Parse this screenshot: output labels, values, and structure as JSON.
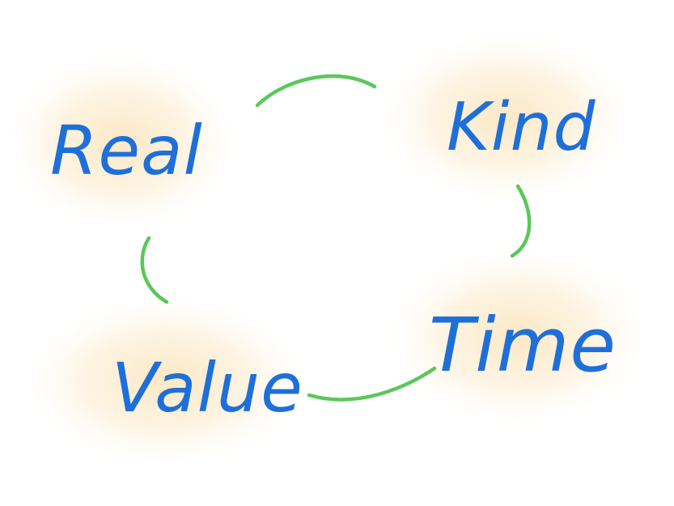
{
  "nodes": [
    {
      "id": "real",
      "label": "Real"
    },
    {
      "id": "kind",
      "label": "Kind"
    },
    {
      "id": "time",
      "label": "Time"
    },
    {
      "id": "value",
      "label": "Value"
    }
  ],
  "edges": [
    {
      "from": "real",
      "to": "kind"
    },
    {
      "from": "kind",
      "to": "time"
    },
    {
      "from": "time",
      "to": "value"
    },
    {
      "from": "value",
      "to": "real"
    }
  ],
  "colors": {
    "text": "#1f6fd9",
    "connector": "#5ac85a",
    "highlight": "#fbe3b8"
  }
}
